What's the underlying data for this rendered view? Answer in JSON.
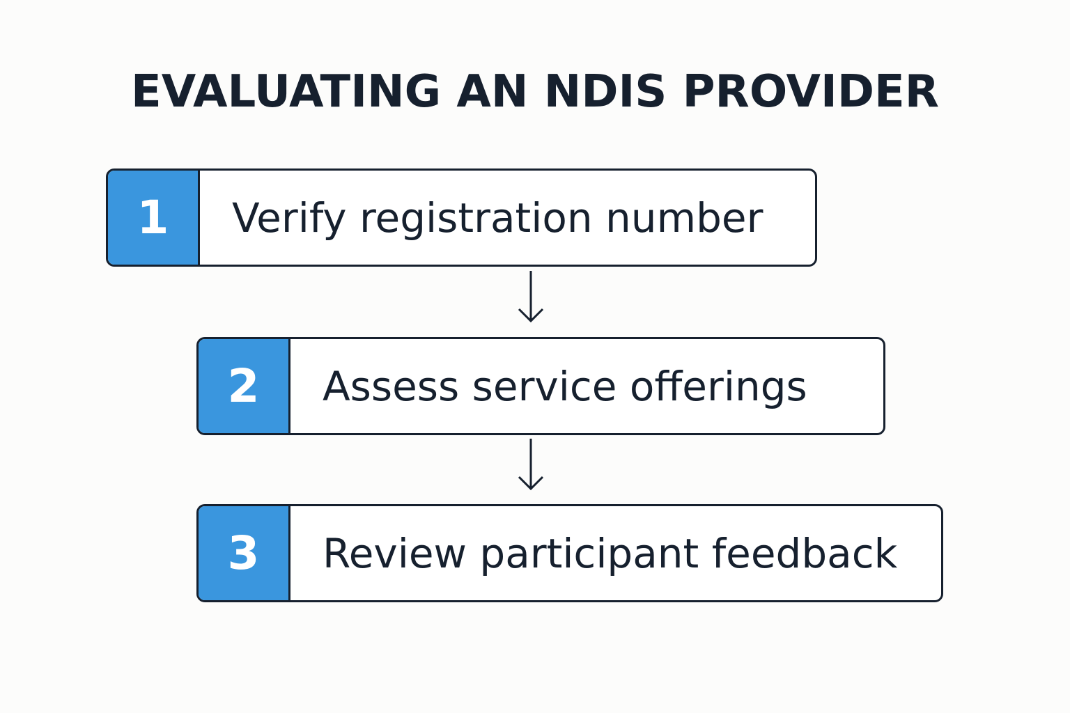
{
  "title": "EVALUATING AN NDIS PROVIDER",
  "steps": [
    {
      "number": "1",
      "label": "Verify registration number"
    },
    {
      "number": "2",
      "label": "Assess service offerings"
    },
    {
      "number": "3",
      "label": "Review participant feedback"
    }
  ],
  "colors": {
    "accent": "#3a96de",
    "text": "#16202e",
    "background": "#fcfcfb"
  },
  "icons": {
    "connector": "arrow-down-icon"
  }
}
